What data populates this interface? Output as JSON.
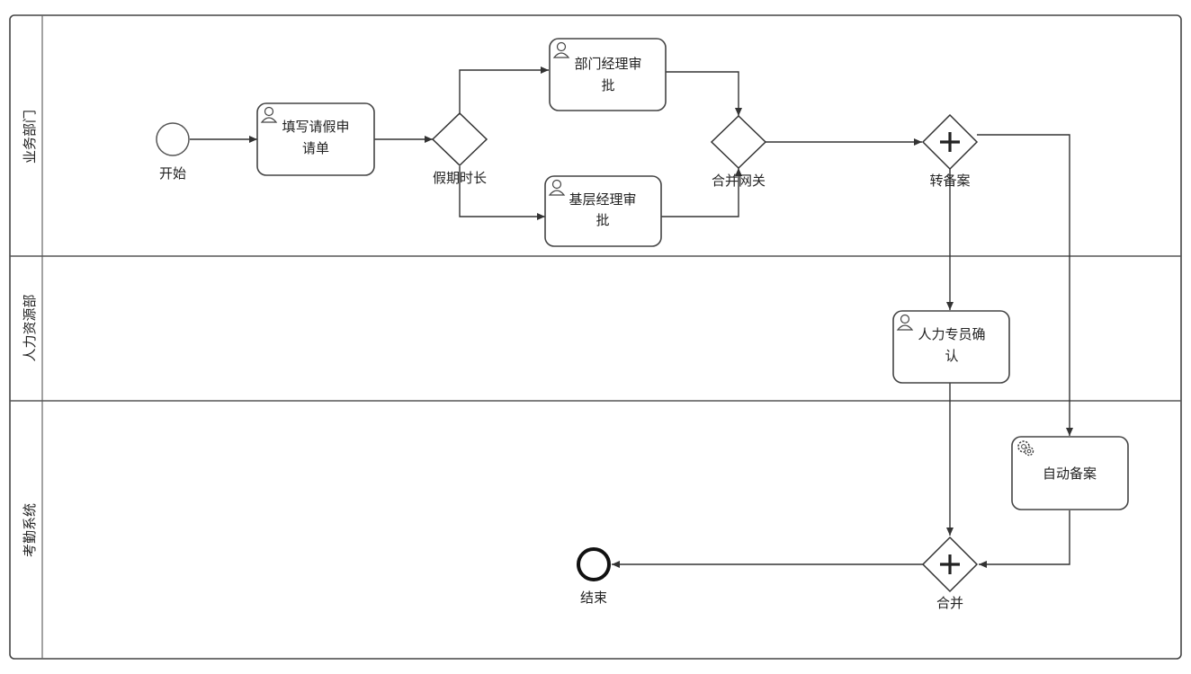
{
  "lanes": [
    {
      "label": "业务部门"
    },
    {
      "label": "人力资源部"
    },
    {
      "label": "考勤系统"
    }
  ],
  "nodes": {
    "start": {
      "label": "开始",
      "icon": "start-event-circle"
    },
    "fill_form": {
      "line1": "填写请假申",
      "line2": "请单",
      "icon": "user-icon"
    },
    "duration_gateway": {
      "label": "假期时长",
      "icon": "exclusive-gateway"
    },
    "dept_manager": {
      "line1": "部门经理审",
      "line2": "批",
      "icon": "user-icon"
    },
    "base_manager": {
      "line1": "基层经理审",
      "line2": "批",
      "icon": "user-icon"
    },
    "merge_gateway": {
      "label": "合并网关",
      "icon": "exclusive-gateway"
    },
    "to_record": {
      "label": "转备案",
      "icon": "parallel-gateway"
    },
    "hr_confirm": {
      "line1": "人力专员确",
      "line2": "认",
      "icon": "user-icon"
    },
    "auto_record": {
      "label": "自动备案",
      "icon": "gear-icon"
    },
    "join": {
      "label": "合并",
      "icon": "parallel-gateway"
    },
    "end": {
      "label": "结束",
      "icon": "end-event-circle"
    }
  }
}
